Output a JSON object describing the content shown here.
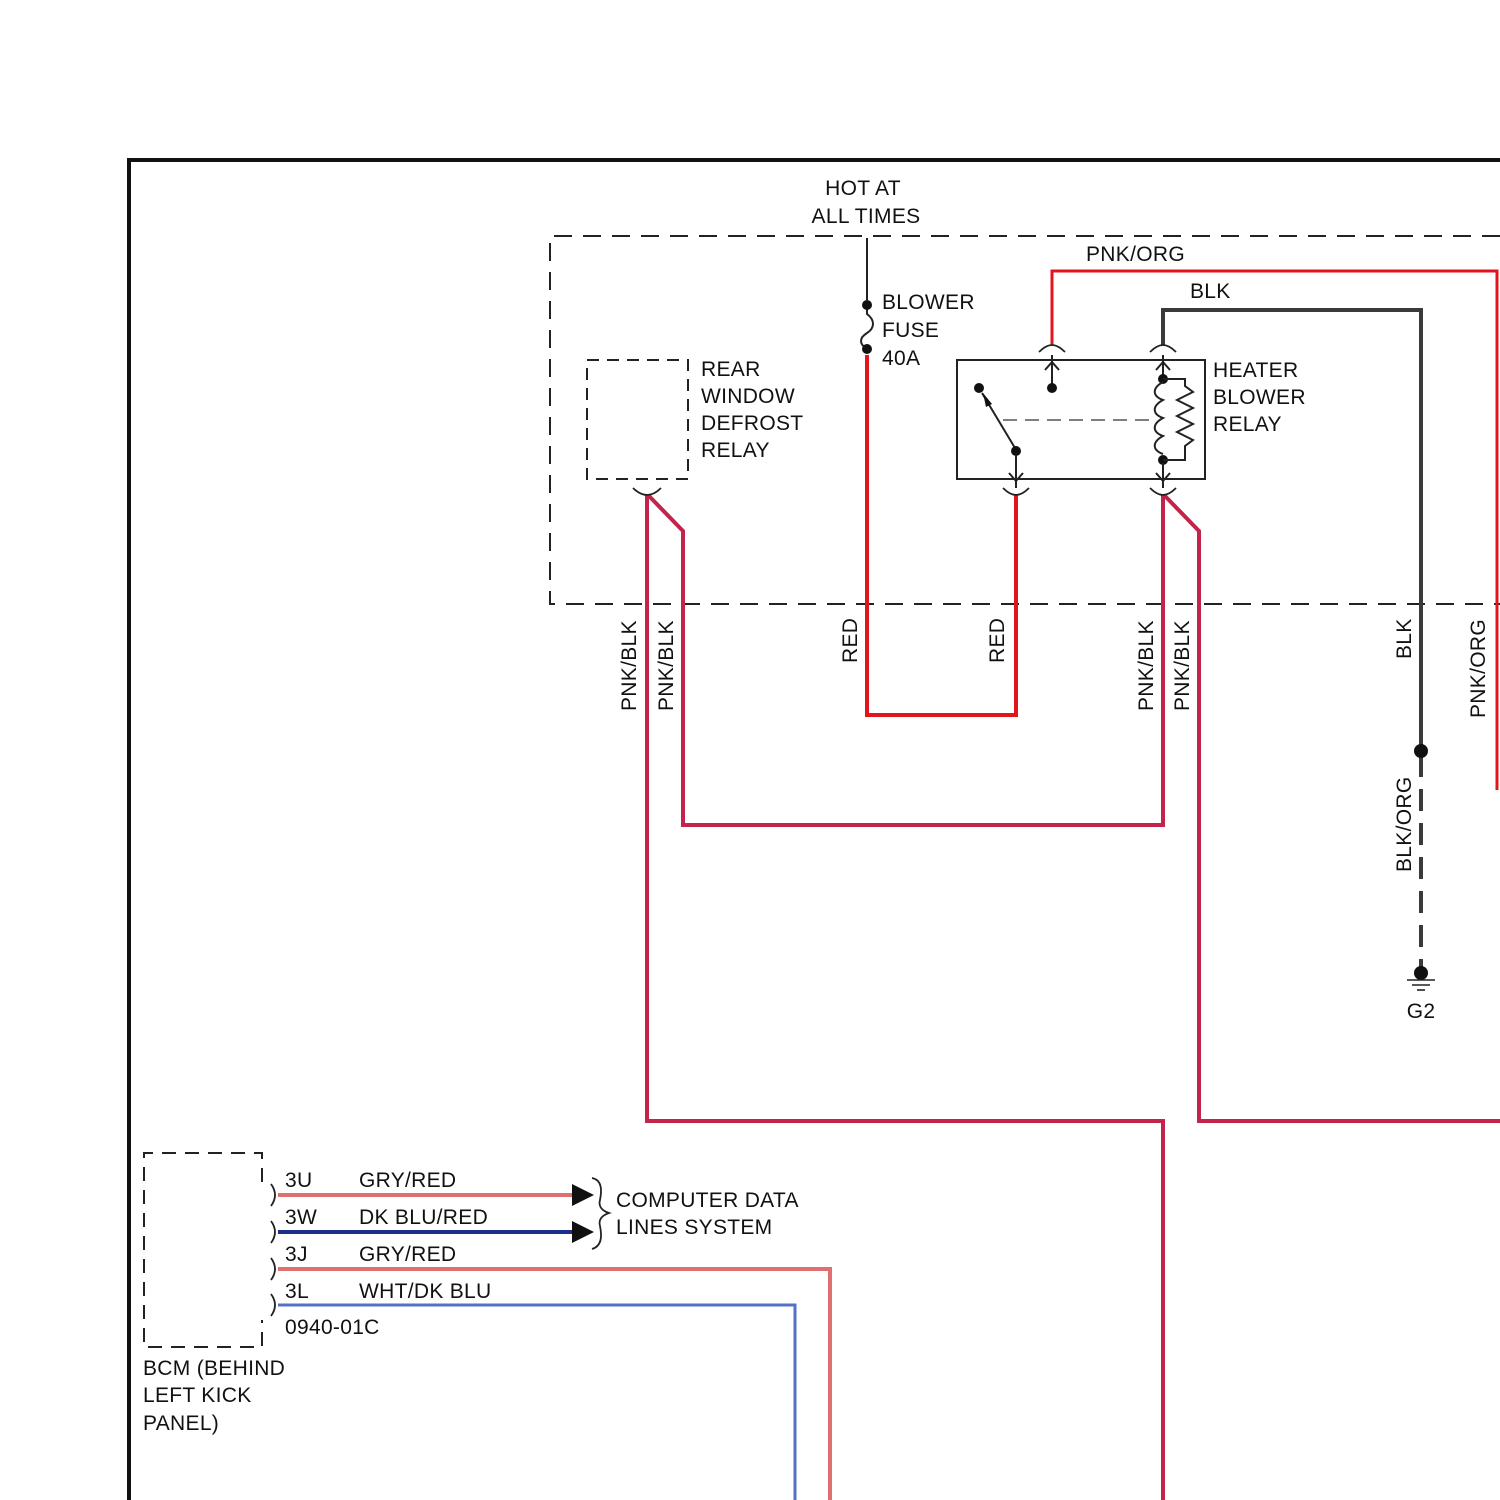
{
  "power": {
    "line1": "HOT AT",
    "line2": "ALL TIMES"
  },
  "fuse": {
    "line1": "BLOWER",
    "line2": "FUSE",
    "line3": "40A"
  },
  "rear_relay": {
    "line1": "REAR",
    "line2": "WINDOW",
    "line3": "DEFROST",
    "line4": "RELAY"
  },
  "blower_relay": {
    "line1": "HEATER",
    "line2": "BLOWER",
    "line3": "RELAY"
  },
  "wire_labels": {
    "pnk_org_top": "PNK/ORG",
    "blk_top": "BLK",
    "pnk_blk_1": "PNK/BLK",
    "pnk_blk_2": "PNK/BLK",
    "red_1": "RED",
    "red_2": "RED",
    "pnk_blk_3": "PNK/BLK",
    "pnk_blk_4": "PNK/BLK",
    "blk_right": "BLK",
    "pnk_org_right": "PNK/ORG",
    "blk_org": "BLK/ORG"
  },
  "ground": {
    "label": "G2"
  },
  "bcm": {
    "line1": "BCM (BEHIND",
    "line2": "LEFT KICK",
    "line3": "PANEL)",
    "connector": "0940-01C",
    "pins": [
      {
        "pin": "3U",
        "wire": "GRY/RED"
      },
      {
        "pin": "3W",
        "wire": "DK BLU/RED"
      },
      {
        "pin": "3J",
        "wire": "GRY/RED"
      },
      {
        "pin": "3L",
        "wire": "WHT/DK BLU"
      }
    ]
  },
  "data_lines": {
    "line1": "COMPUTER DATA",
    "line2": "LINES SYSTEM"
  },
  "colors": {
    "red": "#e0161c",
    "pink_black": "#c2244c",
    "black": "#3a3a3a",
    "gray_red": "#e07070",
    "dark_blue": "#1c2e8a",
    "white_blue": "#5570c8"
  }
}
